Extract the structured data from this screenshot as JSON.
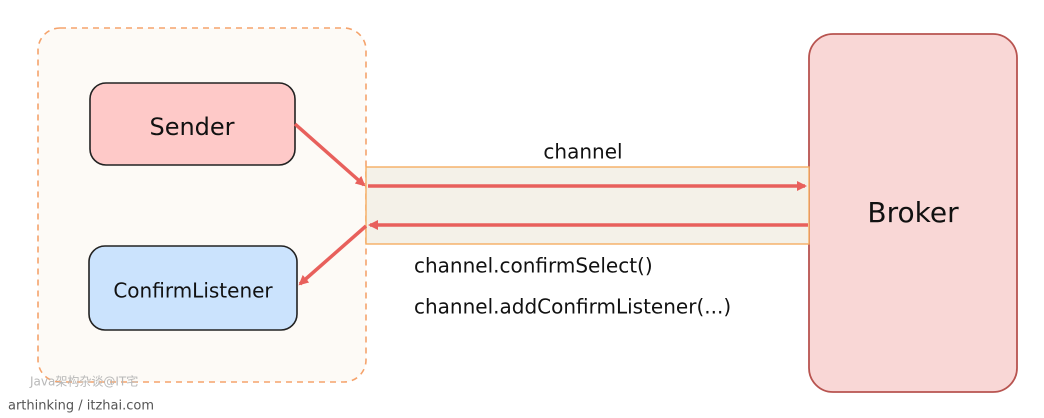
{
  "colors": {
    "client_border": "#f5a36c",
    "client_fill": "#fdfaf6",
    "sender_fill": "#fec9c8",
    "listener_fill": "#cbe3fd",
    "broker_fill": "#f9d7d6",
    "broker_border": "#b85450",
    "arrow": "#e8605c",
    "channel_fill": "#f4f1e8",
    "channel_border": "#f6ad62"
  },
  "nodes": {
    "sender": "Sender",
    "listener": "ConfirmListener",
    "broker": "Broker"
  },
  "channel": {
    "label": "channel",
    "method1": "channel.confirmSelect()",
    "method2": "channel.addConfirmListener(...)"
  },
  "watermark": {
    "line1": "Java架构杂谈@IT宅",
    "line2": "arthinking / itzhai.com"
  }
}
